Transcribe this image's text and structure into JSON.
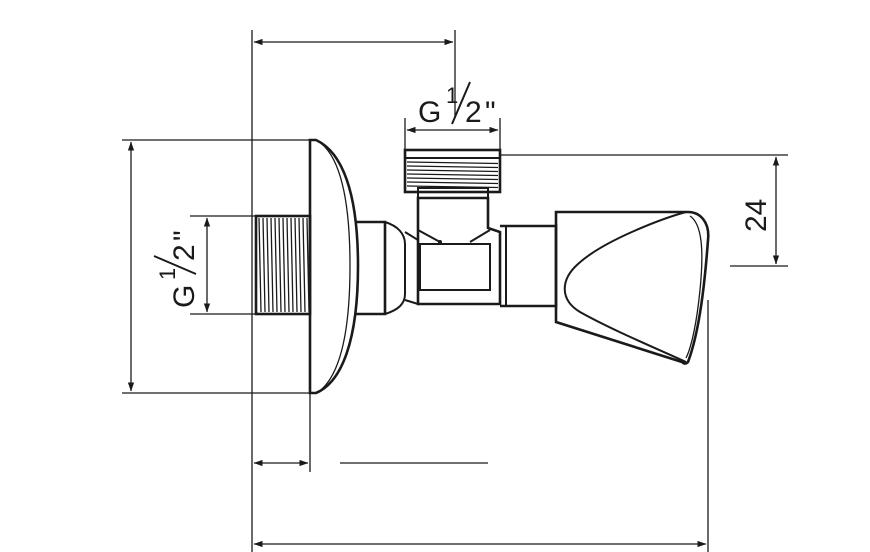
{
  "drawing": {
    "thread_top": {
      "prefix": "G",
      "num": "1",
      "den": "2",
      "suffix": "\""
    },
    "thread_left": {
      "prefix": "G",
      "num": "1",
      "den": "2",
      "suffix": "\""
    },
    "dim_height": "24"
  }
}
